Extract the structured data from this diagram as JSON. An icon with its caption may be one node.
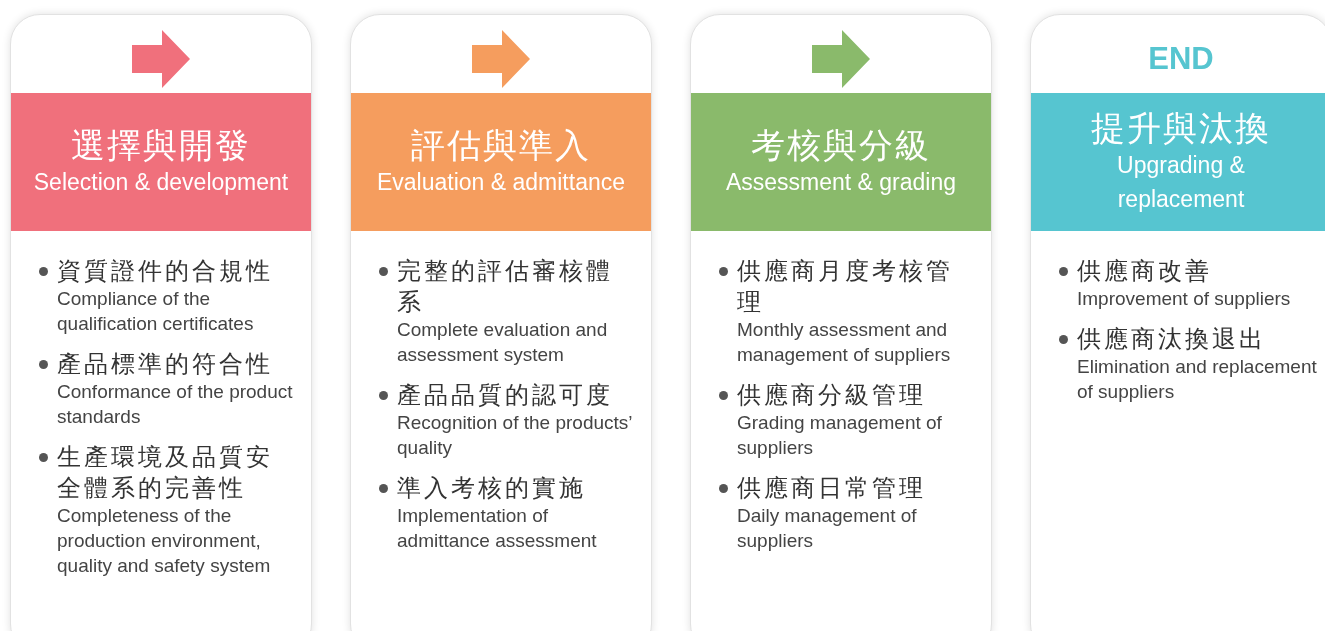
{
  "diagram": {
    "nodes": [
      {
        "text": [
          "資質證件的合規性",
          "Compliance of the qualification certificates",
          "產品標準的符合性",
          "Conformance of the product standards",
          "生產環境及品質安全體系的完善性",
          "Completeness of the production environment, quality and safety system"
        ]
      },
      {
        "text": [
          "選擇與開發",
          "Selection & development"
        ],
        "in": 0
      },
      {
        "text": [
          "完整的評估審核體系",
          "Complete evaluation and assessment system",
          "產品品質的認可度",
          "Recognition of the products’ quality",
          "準入考核的實施",
          "Implementation of admittance assessment"
        ]
      },
      {
        "text": [
          "評估與準入",
          "Evaluation & admittance"
        ],
        "in": 2
      },
      {
        "text": [
          "供應商月度考核管理",
          "Monthly assessment and management of suppliers",
          "供應商分級管理",
          "Grading management of suppliers",
          "供應商日常管理",
          "Daily management of suppliers"
        ]
      },
      {
        "text": [
          "考核與分級",
          "Assessment & grading"
        ],
        "in": 4
      },
      {
        "text": [
          "END",
          "供應商改善",
          "Improvement of suppliers",
          "供應商汰換退出",
          "Elimination and replacement of suppliers"
        ]
      },
      {
        "text": [
          "提升與汰換",
          "Upgrading & replacement"
        ],
        "in": 6
      }
    ],
    "edges": []
  }
}
